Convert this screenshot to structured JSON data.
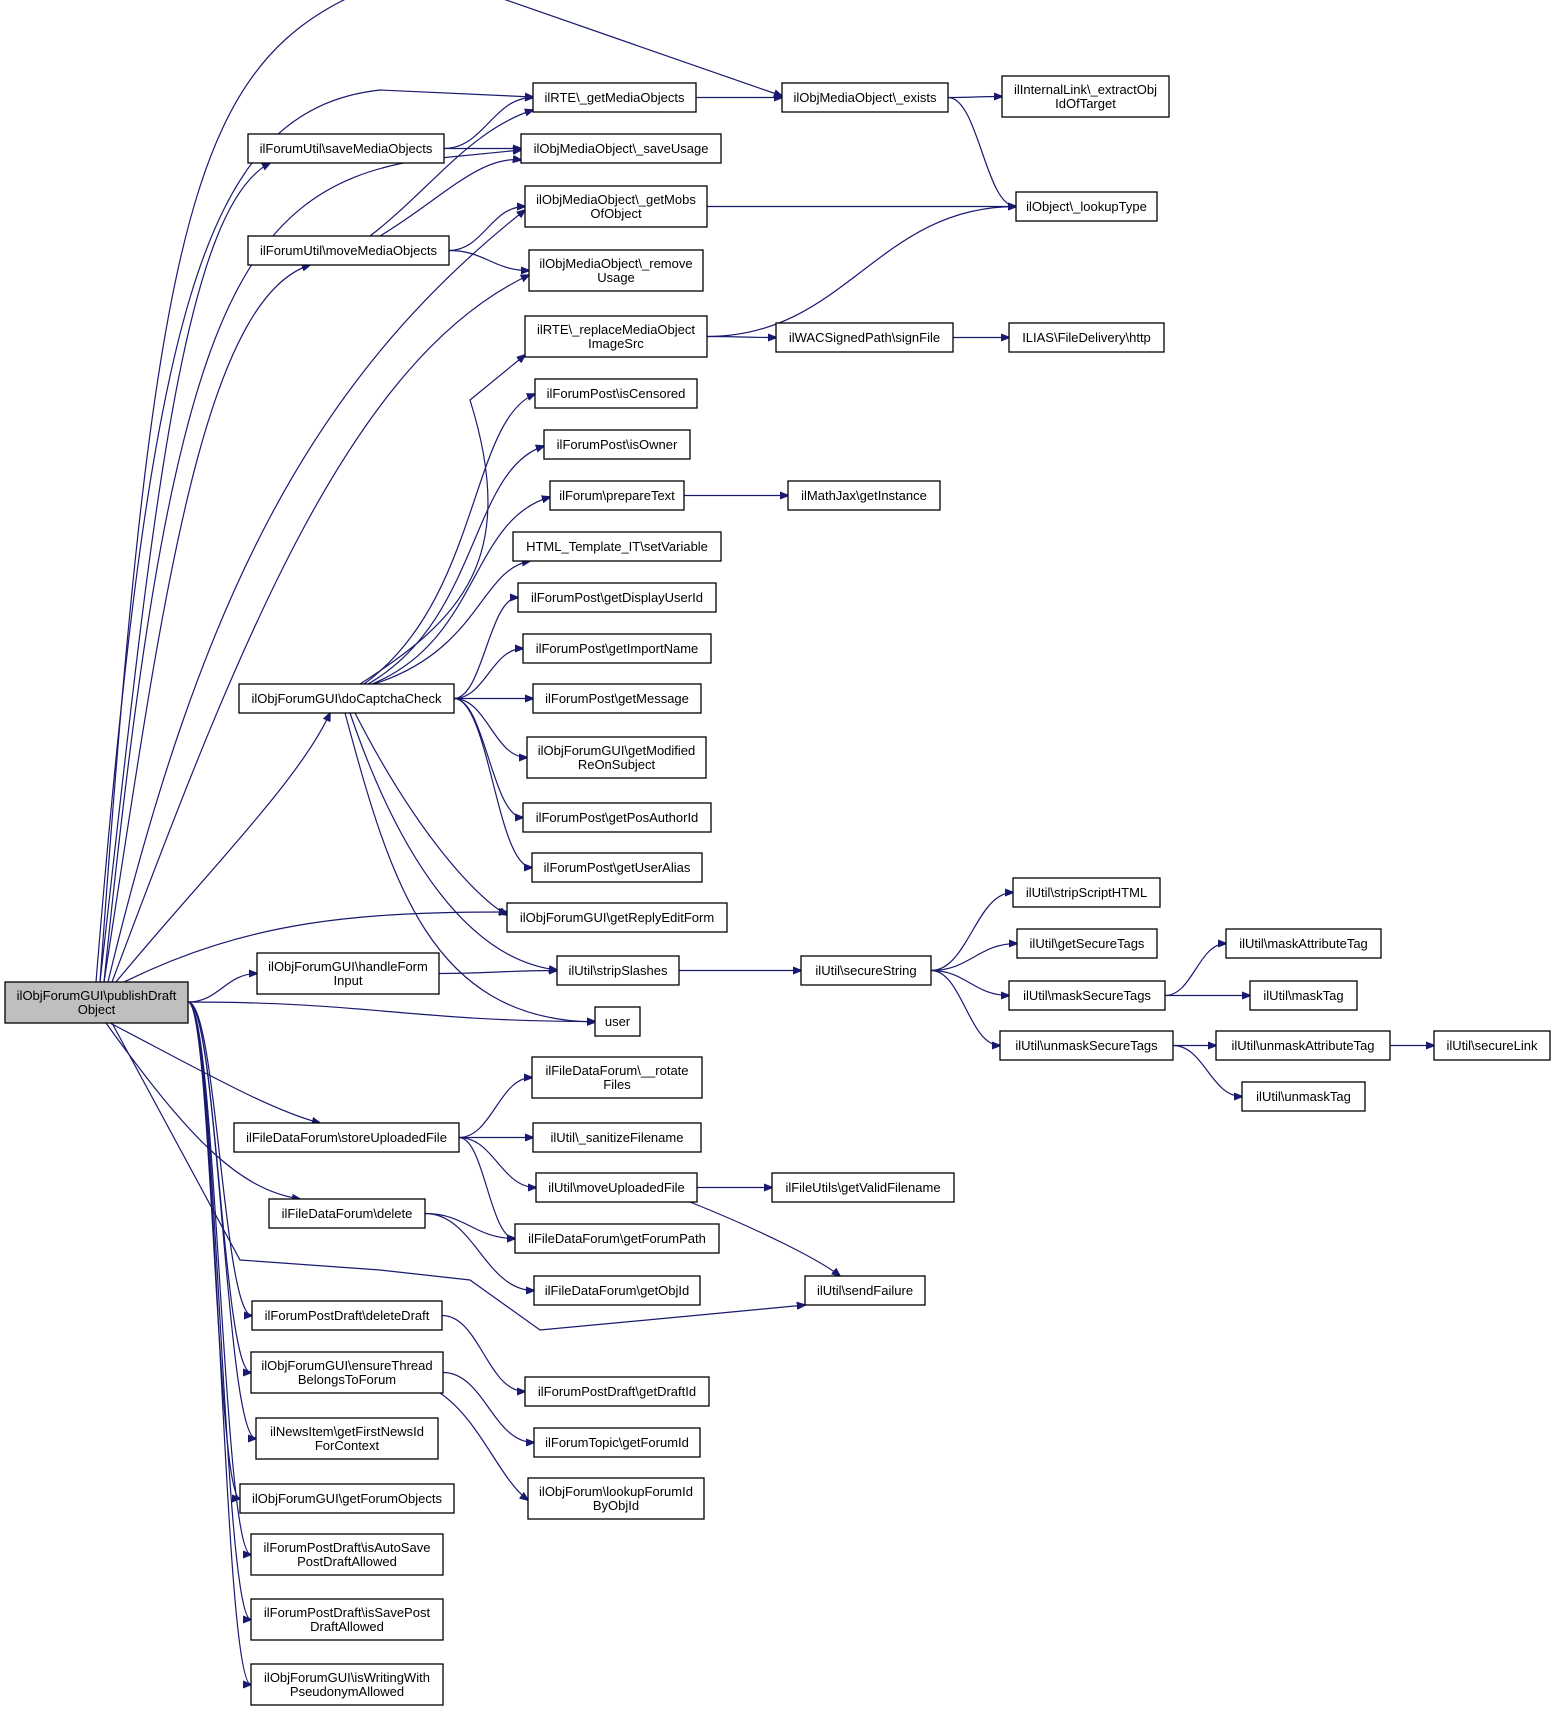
{
  "colors": {
    "edge": "#191970",
    "root_fill": "#bfbfbf",
    "node_fill": "#ffffff",
    "node_stroke": "#000000"
  },
  "nodes": [
    {
      "id": "root",
      "lines": [
        "ilObjForumGUI\\publishDraft",
        "Object"
      ]
    },
    {
      "id": "rte_getmedia",
      "lines": [
        "ilRTE\\_getMediaObjects"
      ]
    },
    {
      "id": "media_exists",
      "lines": [
        "ilObjMediaObject\\_exists"
      ]
    },
    {
      "id": "internallink",
      "lines": [
        "ilInternalLink\\_extractObj",
        "IdOfTarget"
      ]
    },
    {
      "id": "saveMedia",
      "lines": [
        "ilForumUtil\\saveMediaObjects"
      ]
    },
    {
      "id": "saveUsage",
      "lines": [
        "ilObjMediaObject\\_saveUsage"
      ]
    },
    {
      "id": "getMobs",
      "lines": [
        "ilObjMediaObject\\_getMobs",
        "OfObject"
      ]
    },
    {
      "id": "lookupType",
      "lines": [
        "ilObject\\_lookupType"
      ]
    },
    {
      "id": "moveMedia",
      "lines": [
        "ilForumUtil\\moveMediaObjects"
      ]
    },
    {
      "id": "removeUsage",
      "lines": [
        "ilObjMediaObject\\_remove",
        "Usage"
      ]
    },
    {
      "id": "replaceSrc",
      "lines": [
        "ilRTE\\_replaceMediaObject",
        "ImageSrc"
      ]
    },
    {
      "id": "signFile",
      "lines": [
        "ilWACSignedPath\\signFile"
      ]
    },
    {
      "id": "fileDelivery",
      "lines": [
        "ILIAS\\FileDelivery\\http"
      ]
    },
    {
      "id": "isCensored",
      "lines": [
        "ilForumPost\\isCensored"
      ]
    },
    {
      "id": "isOwner",
      "lines": [
        "ilForumPost\\isOwner"
      ]
    },
    {
      "id": "prepareText",
      "lines": [
        "ilForum\\prepareText"
      ]
    },
    {
      "id": "mathjax",
      "lines": [
        "ilMathJax\\getInstance"
      ]
    },
    {
      "id": "setVariable",
      "lines": [
        "HTML_Template_IT\\setVariable"
      ]
    },
    {
      "id": "displayUser",
      "lines": [
        "ilForumPost\\getDisplayUserId"
      ]
    },
    {
      "id": "importName",
      "lines": [
        "ilForumPost\\getImportName"
      ]
    },
    {
      "id": "captcha",
      "lines": [
        "ilObjForumGUI\\doCaptchaCheck"
      ]
    },
    {
      "id": "getMessage",
      "lines": [
        "ilForumPost\\getMessage"
      ]
    },
    {
      "id": "modifiedRe",
      "lines": [
        "ilObjForumGUI\\getModified",
        "ReOnSubject"
      ]
    },
    {
      "id": "posAuthor",
      "lines": [
        "ilForumPost\\getPosAuthorId"
      ]
    },
    {
      "id": "userAlias",
      "lines": [
        "ilForumPost\\getUserAlias"
      ]
    },
    {
      "id": "replyForm",
      "lines": [
        "ilObjForumGUI\\getReplyEditForm"
      ]
    },
    {
      "id": "stripScript",
      "lines": [
        "ilUtil\\stripScriptHTML"
      ]
    },
    {
      "id": "getSecureTags",
      "lines": [
        "ilUtil\\getSecureTags"
      ]
    },
    {
      "id": "maskAttr",
      "lines": [
        "ilUtil\\maskAttributeTag"
      ]
    },
    {
      "id": "handleForm",
      "lines": [
        "ilObjForumGUI\\handleForm",
        "Input"
      ]
    },
    {
      "id": "stripSlashes",
      "lines": [
        "ilUtil\\stripSlashes"
      ]
    },
    {
      "id": "secureString",
      "lines": [
        "ilUtil\\secureString"
      ]
    },
    {
      "id": "maskSecure",
      "lines": [
        "ilUtil\\maskSecureTags"
      ]
    },
    {
      "id": "maskTag",
      "lines": [
        "ilUtil\\maskTag"
      ]
    },
    {
      "id": "user",
      "lines": [
        "user"
      ]
    },
    {
      "id": "unmaskSecure",
      "lines": [
        "ilUtil\\unmaskSecureTags"
      ]
    },
    {
      "id": "unmaskAttr",
      "lines": [
        "ilUtil\\unmaskAttributeTag"
      ]
    },
    {
      "id": "secureLink",
      "lines": [
        "ilUtil\\secureLink"
      ]
    },
    {
      "id": "unmaskTag",
      "lines": [
        "ilUtil\\unmaskTag"
      ]
    },
    {
      "id": "rotate",
      "lines": [
        "ilFileDataForum\\__rotate",
        "Files"
      ]
    },
    {
      "id": "storeUpload",
      "lines": [
        "ilFileDataForum\\storeUploadedFile"
      ]
    },
    {
      "id": "sanitize",
      "lines": [
        "ilUtil\\_sanitizeFilename"
      ]
    },
    {
      "id": "moveUploaded",
      "lines": [
        "ilUtil\\moveUploadedFile"
      ]
    },
    {
      "id": "validFilename",
      "lines": [
        "ilFileUtils\\getValidFilename"
      ]
    },
    {
      "id": "fdfDelete",
      "lines": [
        "ilFileDataForum\\delete"
      ]
    },
    {
      "id": "forumPath",
      "lines": [
        "ilFileDataForum\\getForumPath"
      ]
    },
    {
      "id": "fdfObjId",
      "lines": [
        "ilFileDataForum\\getObjId"
      ]
    },
    {
      "id": "sendFailure",
      "lines": [
        "ilUtil\\sendFailure"
      ]
    },
    {
      "id": "deleteDraft",
      "lines": [
        "ilForumPostDraft\\deleteDraft"
      ]
    },
    {
      "id": "draftId",
      "lines": [
        "ilForumPostDraft\\getDraftId"
      ]
    },
    {
      "id": "ensureThread",
      "lines": [
        "ilObjForumGUI\\ensureThread",
        "BelongsToForum"
      ]
    },
    {
      "id": "forumId",
      "lines": [
        "ilForumTopic\\getForumId"
      ]
    },
    {
      "id": "newsFirst",
      "lines": [
        "ilNewsItem\\getFirstNewsId",
        "ForContext"
      ]
    },
    {
      "id": "lookupForum",
      "lines": [
        "ilObjForum\\lookupForumId",
        "ByObjId"
      ]
    },
    {
      "id": "forumObjects",
      "lines": [
        "ilObjForumGUI\\getForumObjects"
      ]
    },
    {
      "id": "autoSave",
      "lines": [
        "ilForumPostDraft\\isAutoSave",
        "PostDraftAllowed"
      ]
    },
    {
      "id": "savePost",
      "lines": [
        "ilForumPostDraft\\isSavePost",
        "DraftAllowed"
      ]
    },
    {
      "id": "pseudonym",
      "lines": [
        "ilObjForumGUI\\isWritingWith",
        "PseudonymAllowed"
      ]
    }
  ],
  "edges": [
    [
      "root",
      "rte_getmedia"
    ],
    [
      "root",
      "media_exists"
    ],
    [
      "root",
      "saveMedia"
    ],
    [
      "root",
      "saveUsage"
    ],
    [
      "root",
      "moveMedia"
    ],
    [
      "root",
      "getMobs"
    ],
    [
      "root",
      "removeUsage"
    ],
    [
      "root",
      "captcha"
    ],
    [
      "root",
      "replyForm"
    ],
    [
      "root",
      "handleForm"
    ],
    [
      "root",
      "user"
    ],
    [
      "root",
      "storeUpload"
    ],
    [
      "root",
      "fdfDelete"
    ],
    [
      "root",
      "sendFailure"
    ],
    [
      "root",
      "deleteDraft"
    ],
    [
      "root",
      "ensureThread"
    ],
    [
      "root",
      "newsFirst"
    ],
    [
      "root",
      "forumObjects"
    ],
    [
      "root",
      "autoSave"
    ],
    [
      "root",
      "savePost"
    ],
    [
      "root",
      "pseudonym"
    ],
    [
      "rte_getmedia",
      "media_exists"
    ],
    [
      "media_exists",
      "internallink"
    ],
    [
      "media_exists",
      "lookupType"
    ],
    [
      "saveMedia",
      "rte_getmedia"
    ],
    [
      "saveMedia",
      "saveUsage"
    ],
    [
      "getMobs",
      "lookupType"
    ],
    [
      "moveMedia",
      "rte_getmedia"
    ],
    [
      "moveMedia",
      "saveUsage"
    ],
    [
      "moveMedia",
      "getMobs"
    ],
    [
      "moveMedia",
      "removeUsage"
    ],
    [
      "replaceSrc",
      "lookupType"
    ],
    [
      "replaceSrc",
      "signFile"
    ],
    [
      "signFile",
      "fileDelivery"
    ],
    [
      "prepareText",
      "mathjax"
    ],
    [
      "captcha",
      "replaceSrc"
    ],
    [
      "captcha",
      "isCensored"
    ],
    [
      "captcha",
      "isOwner"
    ],
    [
      "captcha",
      "prepareText"
    ],
    [
      "captcha",
      "setVariable"
    ],
    [
      "captcha",
      "displayUser"
    ],
    [
      "captcha",
      "importName"
    ],
    [
      "captcha",
      "getMessage"
    ],
    [
      "captcha",
      "modifiedRe"
    ],
    [
      "captcha",
      "posAuthor"
    ],
    [
      "captcha",
      "userAlias"
    ],
    [
      "captcha",
      "replyForm"
    ],
    [
      "captcha",
      "stripSlashes"
    ],
    [
      "captcha",
      "user"
    ],
    [
      "handleForm",
      "stripSlashes"
    ],
    [
      "stripSlashes",
      "secureString"
    ],
    [
      "secureString",
      "stripScript"
    ],
    [
      "secureString",
      "getSecureTags"
    ],
    [
      "secureString",
      "maskSecure"
    ],
    [
      "secureString",
      "unmaskSecure"
    ],
    [
      "maskSecure",
      "maskAttr"
    ],
    [
      "maskSecure",
      "maskTag"
    ],
    [
      "unmaskSecure",
      "unmaskAttr"
    ],
    [
      "unmaskSecure",
      "unmaskTag"
    ],
    [
      "unmaskAttr",
      "secureLink"
    ],
    [
      "storeUpload",
      "rotate"
    ],
    [
      "storeUpload",
      "sanitize"
    ],
    [
      "storeUpload",
      "moveUploaded"
    ],
    [
      "storeUpload",
      "forumPath"
    ],
    [
      "moveUploaded",
      "validFilename"
    ],
    [
      "moveUploaded",
      "sendFailure"
    ],
    [
      "fdfDelete",
      "forumPath"
    ],
    [
      "fdfDelete",
      "fdfObjId"
    ],
    [
      "deleteDraft",
      "draftId"
    ],
    [
      "ensureThread",
      "forumId"
    ],
    [
      "ensureThread",
      "lookupForum"
    ]
  ]
}
